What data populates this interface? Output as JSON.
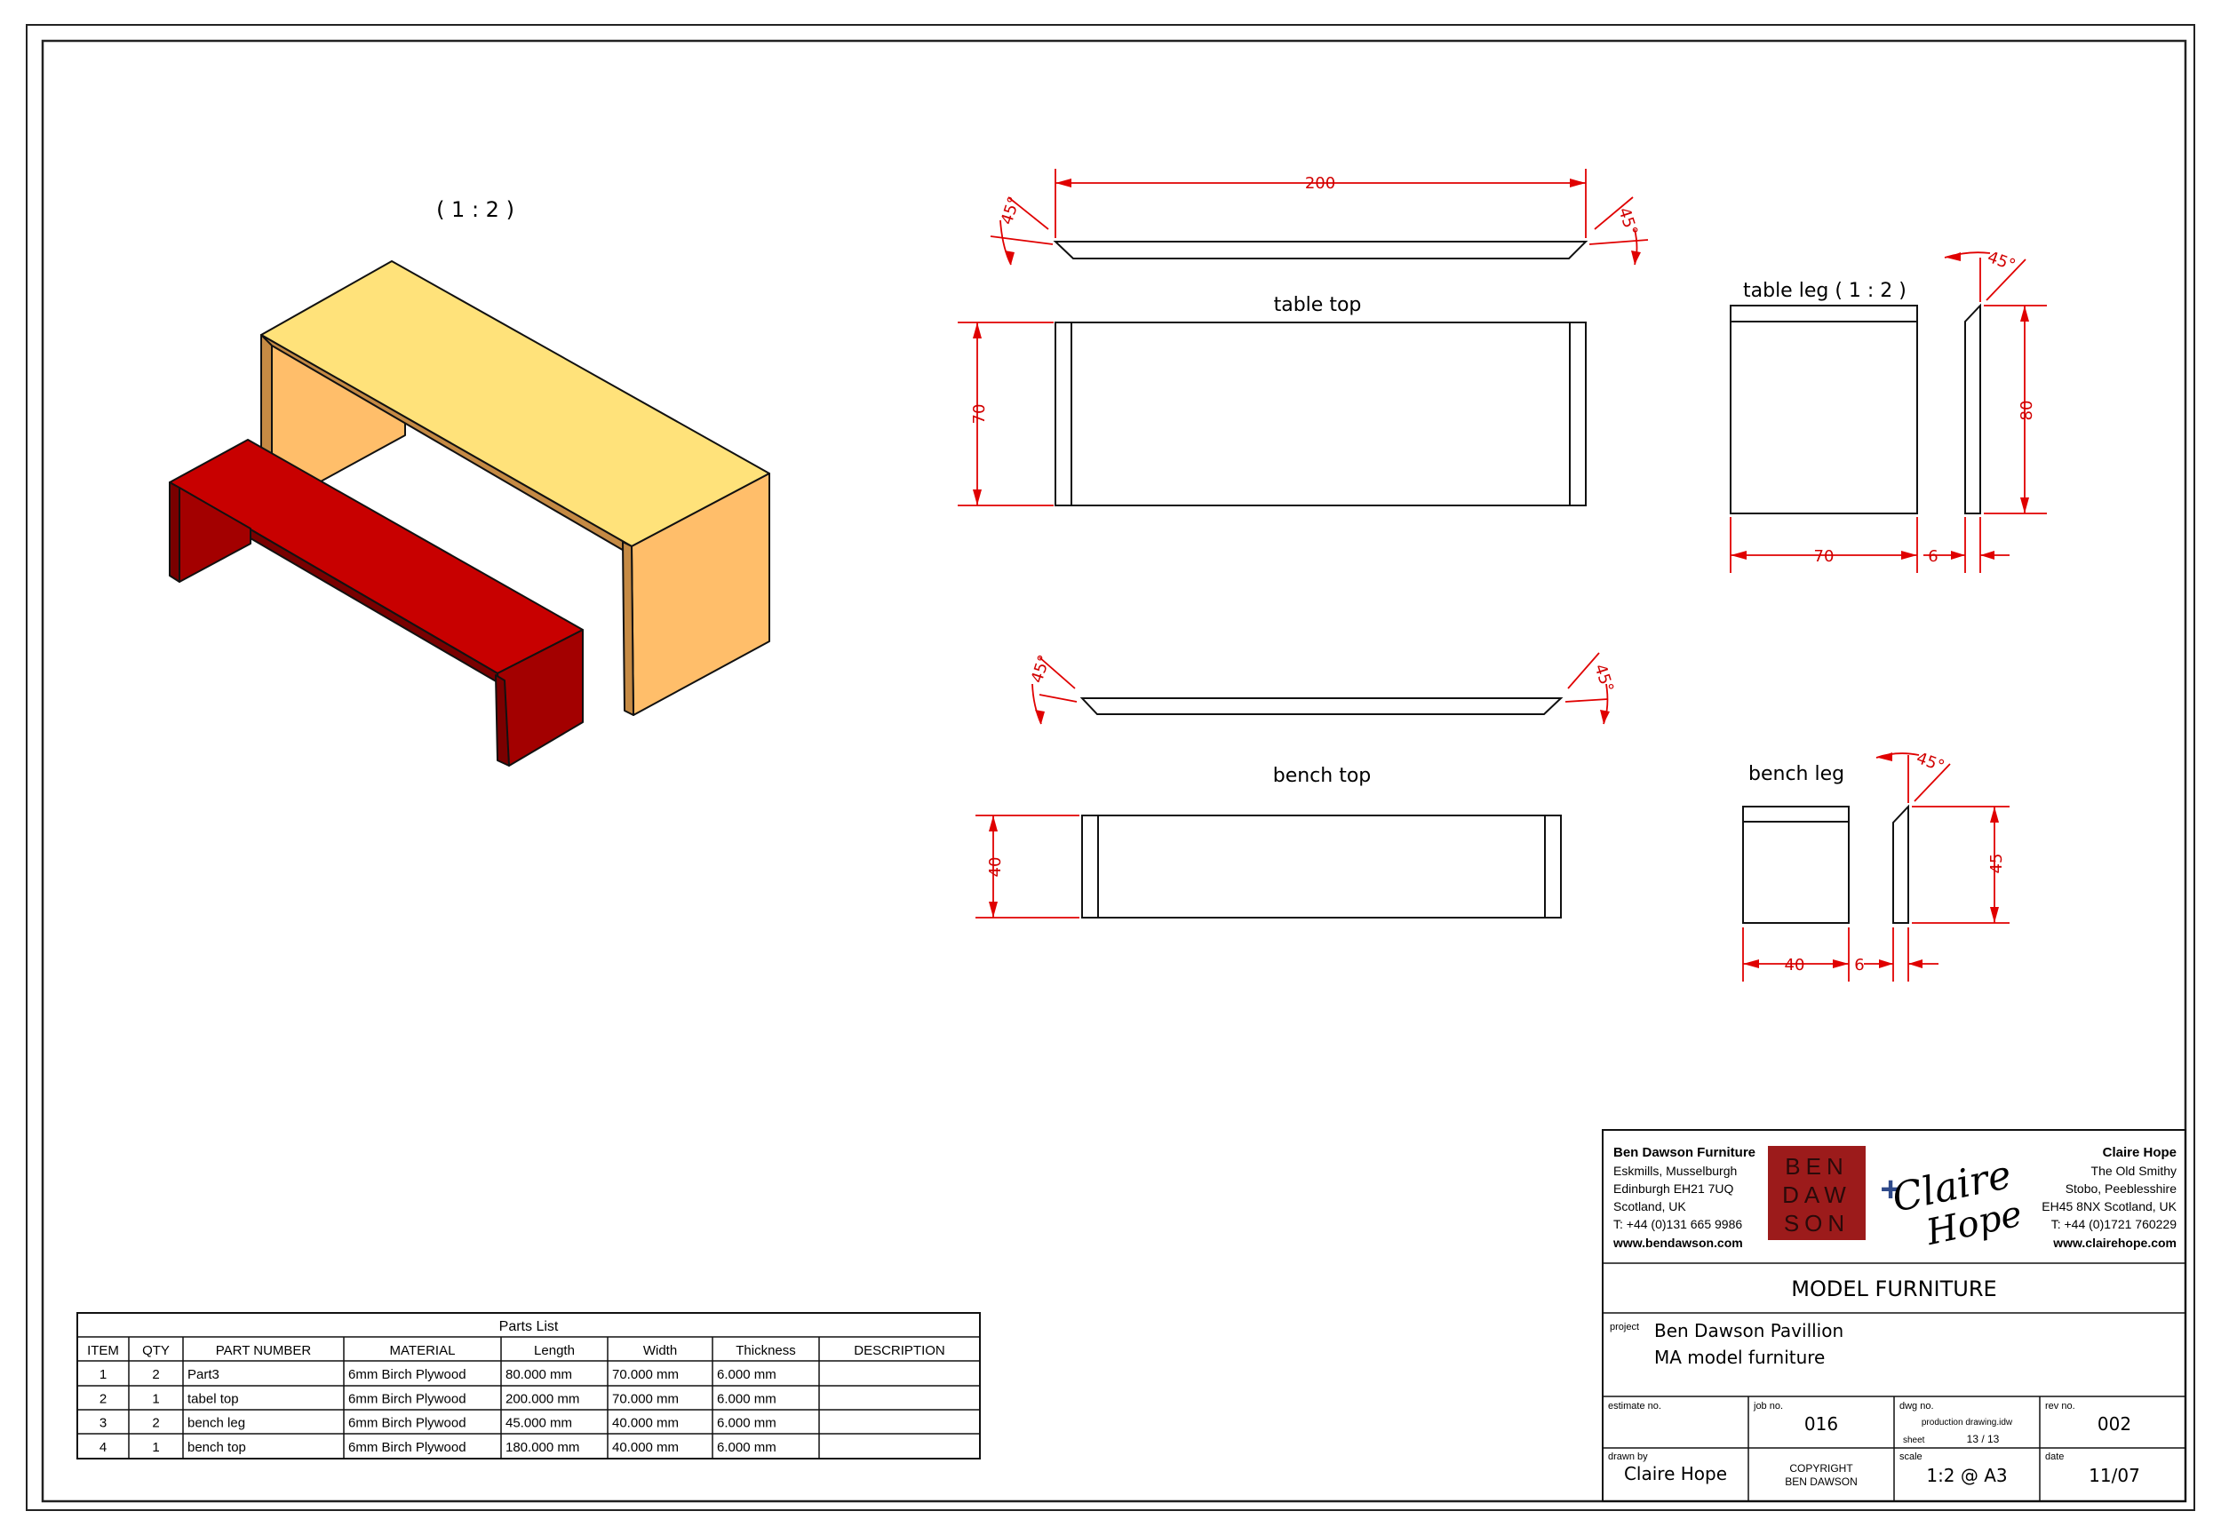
{
  "isometric_view": {
    "scale": "( 1 : 2 )"
  },
  "views": {
    "table_top": {
      "label": "table top",
      "length": "200",
      "width": "70",
      "angle": "45°"
    },
    "table_leg": {
      "label": "table leg  ( 1 : 2 )",
      "height": "80",
      "width": "70",
      "thickness": "6",
      "angle": "45°"
    },
    "bench_top": {
      "label": "bench top",
      "width": "40",
      "angle": "45°"
    },
    "bench_leg": {
      "label": "bench leg",
      "height": "45",
      "width": "40",
      "thickness": "6",
      "angle": "45°"
    }
  },
  "parts_list": {
    "title": "Parts List",
    "headers": [
      "ITEM",
      "QTY",
      "PART NUMBER",
      "MATERIAL",
      "Length",
      "Width",
      "Thickness",
      "DESCRIPTION"
    ],
    "rows": [
      [
        "1",
        "2",
        "Part3",
        "6mm Birch Plywood",
        "80.000 mm",
        "70.000 mm",
        "6.000 mm",
        ""
      ],
      [
        "2",
        "1",
        "tabel top",
        "6mm Birch Plywood",
        "200.000 mm",
        "70.000 mm",
        "6.000 mm",
        ""
      ],
      [
        "3",
        "2",
        "bench leg",
        "6mm Birch Plywood",
        "45.000 mm",
        "40.000 mm",
        "6.000 mm",
        ""
      ],
      [
        "4",
        "1",
        "bench top",
        "6mm Birch Plywood",
        "180.000 mm",
        "40.000 mm",
        "6.000 mm",
        ""
      ]
    ]
  },
  "title_block": {
    "left_company": {
      "name": "Ben Dawson Furniture",
      "lines": [
        "Eskmills, Musselburgh",
        "Edinburgh EH21 7UQ",
        "Scotland, UK",
        "T: +44 (0)131 665 9986",
        "www.bendawson.com"
      ]
    },
    "right_company": {
      "name": "Claire Hope",
      "lines": [
        "The Old Smithy",
        "Stobo, Peeblesshire",
        "EH45 8NX Scotland, UK",
        "T: +44 (0)1721 760229",
        "www.clairehope.com"
      ]
    },
    "logo_left_letters": [
      "BEN",
      "DAW",
      "SON"
    ],
    "logo_plus": "+",
    "logo_right_text": [
      "Claire",
      "Hope"
    ],
    "drawing_title": "MODEL FURNITURE",
    "project_label": "project",
    "project_lines": [
      "Ben Dawson Pavillion",
      "MA model furniture"
    ],
    "estimate_label": "estimate no.",
    "estimate_value": "",
    "job_label": "job no.",
    "job_value": "016",
    "dwg_label": "dwg no.",
    "dwg_file": "production drawing.idw",
    "sheet_label": "sheet",
    "sheet_value": "13  /  13",
    "rev_label": "rev no.",
    "rev_value": "002",
    "drawn_label": "drawn by",
    "drawn_value": "Claire Hope",
    "copyright_lines": [
      "COPYRIGHT",
      "BEN DAWSON"
    ],
    "scale_label": "scale",
    "scale_value": "1:2 @ A3",
    "date_label": "date",
    "date_value": "11/07"
  },
  "colors": {
    "table_top": "#FFE27A",
    "table_leg_front": "#FFBE6A",
    "table_leg_side": "#C58A44",
    "bench_top": "#C80000",
    "bench_leg_front": "#A30000",
    "bench_leg_side": "#7A0000",
    "dimension": "#E00000"
  }
}
